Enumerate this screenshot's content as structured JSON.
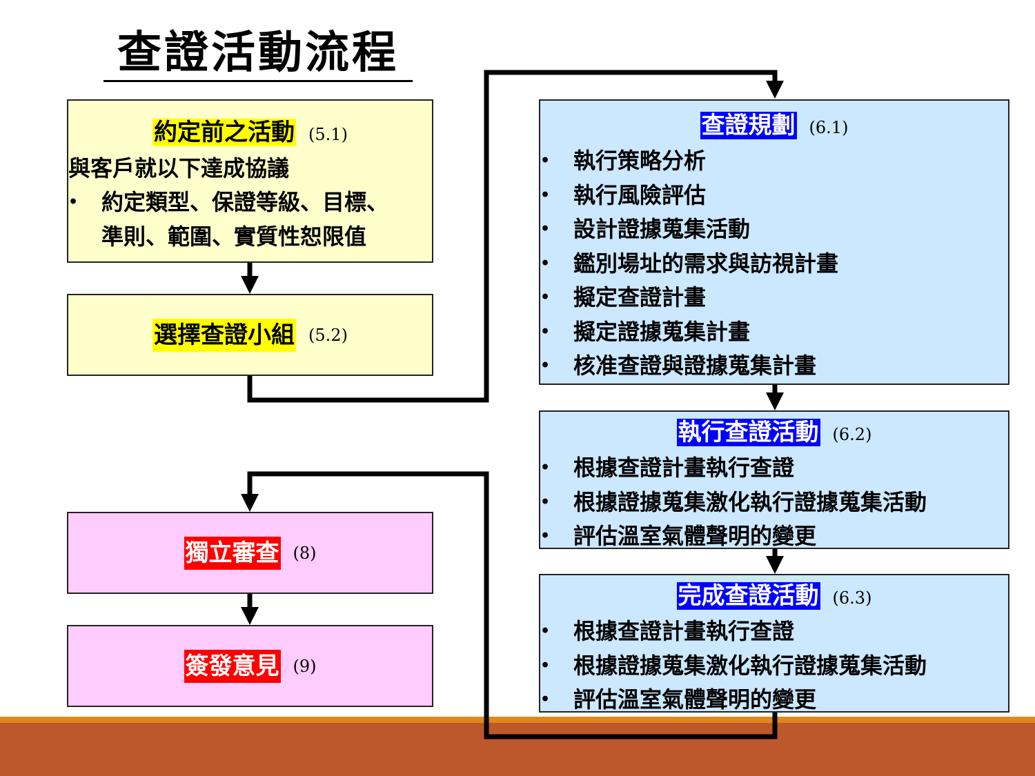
{
  "title": "查證活動流程",
  "boxes": {
    "pre_engagement": {
      "label": "約定前之活動",
      "ref": "(5.1)",
      "intro": "與客戶就以下達成協議",
      "bullet_1": "約定類型、保證等級、目標、",
      "bullet_1_cont": "準則、範圍、實質性恕限值"
    },
    "select_team": {
      "label": "選擇查證小組",
      "ref": "(5.2)"
    },
    "planning": {
      "label": "查證規劃",
      "ref": "(6.1)",
      "items": [
        "執行策略分析",
        "執行風險評估",
        "設計證據蒐集活動",
        "鑑別場址的需求與訪視計畫",
        "擬定查證計畫",
        "擬定證據蒐集計畫",
        "核准查證與證據蒐集計畫"
      ]
    },
    "execute": {
      "label": "執行查證活動",
      "ref": "(6.2)",
      "items": [
        "根據查證計畫執行查證",
        "根據證據蒐集激化執行證據蒐集活動",
        "評估溫室氣體聲明的變更"
      ]
    },
    "complete": {
      "label": "完成查證活動",
      "ref": "(6.3)",
      "items": [
        "根據查證計畫執行查證",
        "根據證據蒐集激化執行證據蒐集活動",
        "評估溫室氣體聲明的變更"
      ]
    },
    "review": {
      "label": "獨立審查",
      "ref": "(8)"
    },
    "opinion": {
      "label": "簽發意見",
      "ref": "(9)"
    }
  },
  "colors": {
    "yellow_box": "#FFFFCC",
    "blue_box": "#CCE8FF",
    "pink_box": "#FFCCFF",
    "band_orange": "#E0881C",
    "band_brown": "#BD582C"
  }
}
